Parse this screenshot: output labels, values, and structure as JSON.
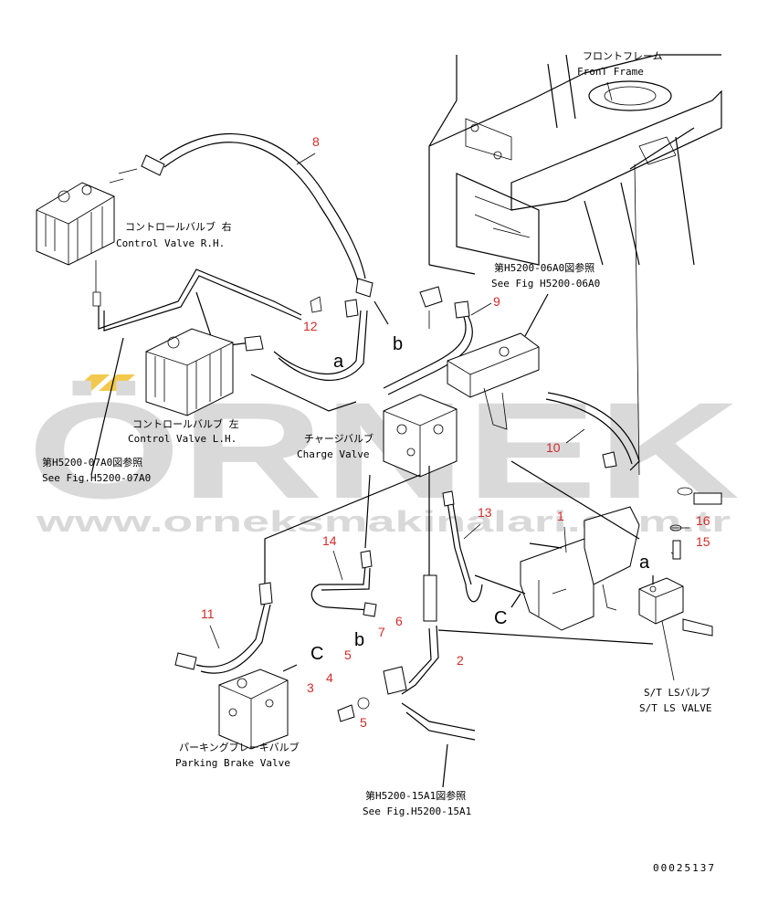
{
  "labels": {
    "front_frame_jp": "フロントフレーム",
    "front_frame_en": "FronT Frame",
    "control_rh_jp": "コントロールバルブ 右",
    "control_rh_en": "Control Valve R.H.",
    "control_lh_jp": "コントロールバルブ 左",
    "control_lh_en": "Control Valve L.H.",
    "charge_jp": "チャージバルブ",
    "charge_en": "Charge Valve",
    "parking_jp": "パーキングブレーキバルブ",
    "parking_en": "Parking Brake Valve",
    "stls_jp": "S/T LSバルブ",
    "stls_en": "S/T LS VALVE",
    "ref_06a0_jp": "第H5200-06A0図参照",
    "ref_06a0_en": "See Fig H5200-06A0",
    "ref_07a0_jp": "第H5200-07A0図参照",
    "ref_07a0_en": "See Fig.H5200-07A0",
    "ref_15a1_jp": "第H5200-15A1図参照",
    "ref_15a1_en": "See Fig.H5200-15A1",
    "drawing_no": "00025137"
  },
  "callouts": {
    "n1": "1",
    "n2": "2",
    "n3": "3",
    "n4": "4",
    "n5a": "5",
    "n5b": "5",
    "n6": "6",
    "n7": "7",
    "n8": "8",
    "n9": "9",
    "n10": "10",
    "n11": "11",
    "n12": "12",
    "n13": "13",
    "n14": "14",
    "n15": "15",
    "n16": "16"
  },
  "letters": {
    "a1": "a",
    "a2": "a",
    "b1": "b",
    "b2": "b",
    "c1": "C",
    "c2": "C"
  },
  "watermark": {
    "brand": "ÖRNEK",
    "url": "www.orneksmakinalari.com.tr"
  },
  "colors": {
    "callout": "#d42a2a",
    "watermark": "#d9d9d9",
    "watermark_accent": "#f2c94c"
  }
}
